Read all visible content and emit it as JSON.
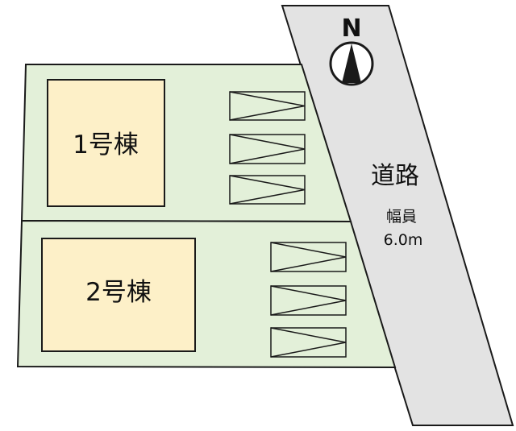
{
  "units": [
    {
      "label": "1号棟",
      "parking_spaces": 3
    },
    {
      "label": "2号棟",
      "parking_spaces": 3
    }
  ],
  "road": {
    "name": "道路",
    "width_label": "幅員",
    "width_value": "6.0m"
  },
  "compass": {
    "label": "N"
  },
  "colors": {
    "lot_fill": "#e3f0d9",
    "building_fill": "#fdf0c8",
    "road_fill": "#e3e3e3",
    "outline": "#1a1a1a"
  },
  "icons": {
    "parking": "parking-space-icon",
    "compass": "north-arrow-icon"
  }
}
